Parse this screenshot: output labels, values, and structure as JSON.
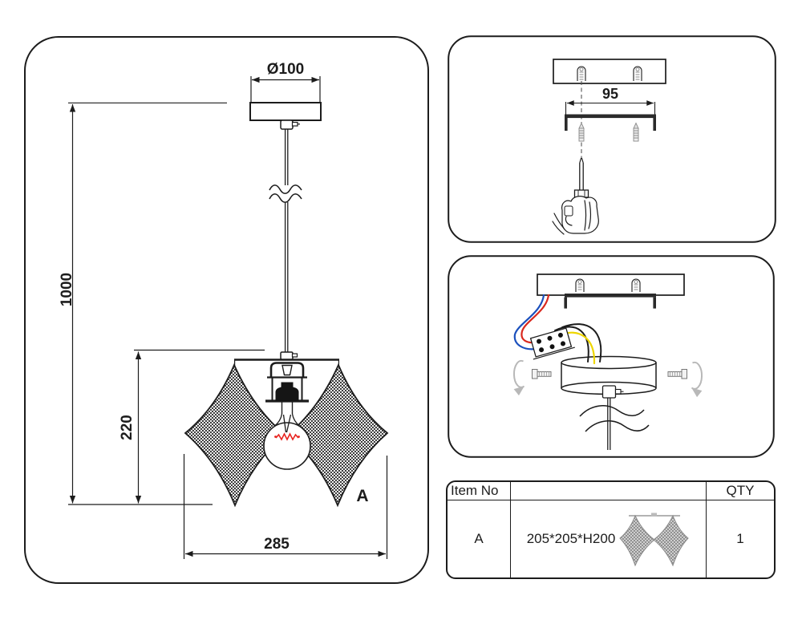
{
  "sheet": {
    "background": "#ffffff",
    "line_color": "#1c1c1c"
  },
  "main_drawing": {
    "dim_canopy_diameter": "Ø100",
    "dim_suspension_height": "1000",
    "dim_shade_height": "220",
    "dim_shade_width": "285",
    "shade_item_label": "A"
  },
  "mounting_step": {
    "dim_bracket_hole_spacing": "95"
  },
  "wiring_step": {
    "wire_colors": {
      "red": "#d9281e",
      "blue": "#1b50bd",
      "yellow": "#eed600",
      "black": "#1c1c1c"
    }
  },
  "colors": {
    "filament_red": "#e8231f",
    "rotation_arrow_gray": "#b8b8b8",
    "mesh_dark": "#2b2b2b",
    "mesh_gray": "#8a8a8a"
  },
  "parts_table": {
    "headers": {
      "item": "Item No",
      "description": "",
      "qty": "QTY"
    },
    "rows": [
      {
        "item": "A",
        "size": "205*205*H200",
        "qty": "1"
      }
    ]
  }
}
